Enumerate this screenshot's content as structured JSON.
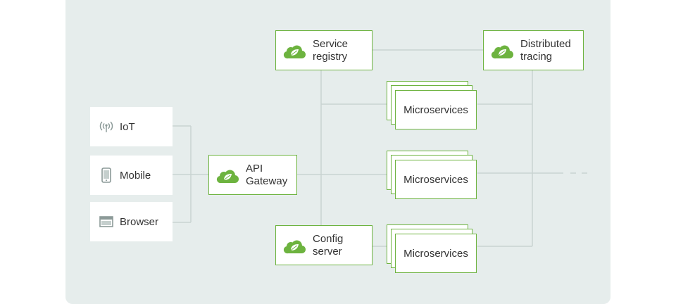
{
  "diagram": {
    "clients": [
      {
        "label": "IoT",
        "icon": "antenna-icon"
      },
      {
        "label": "Mobile",
        "icon": "mobile-phone-icon"
      },
      {
        "label": "Browser",
        "icon": "browser-window-icon"
      }
    ],
    "api_gateway": {
      "line1": "API",
      "line2": "Gateway",
      "icon": "spring-leaf-cloud-icon"
    },
    "service_registry": {
      "line1": "Service",
      "line2": "registry",
      "icon": "spring-leaf-cloud-icon"
    },
    "config_server": {
      "line1": "Config",
      "line2": "server",
      "icon": "spring-leaf-cloud-icon"
    },
    "distributed_tracing": {
      "line1": "Distributed",
      "line2": "tracing",
      "icon": "spring-leaf-cloud-icon"
    },
    "microservices": [
      "Microservices",
      "Microservices",
      "Microservices"
    ]
  },
  "colors": {
    "accent": "#6db33f",
    "panel_bg": "#e6edec",
    "connector": "#c9d3d1",
    "icon_gray": "#8c9a98"
  }
}
